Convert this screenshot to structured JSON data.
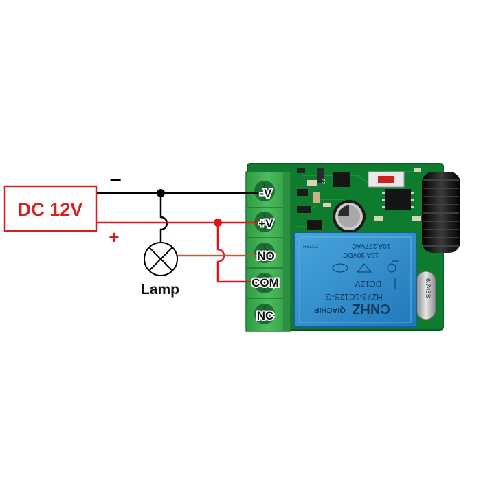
{
  "power": {
    "label": "DC 12V",
    "minus": "−",
    "plus": "+"
  },
  "lamp": {
    "label": "Lamp"
  },
  "terminals": [
    "-V",
    "+V",
    "NO",
    "COM",
    "NC"
  ],
  "relay": {
    "brand": "CNHZ",
    "maker": "QIACHIP",
    "model": "HZ73-1C12S-G",
    "coil": "DC12V",
    "rating1": "10A 30VDC",
    "rating2": "10A 277VAC",
    "code": "D227H"
  },
  "crystal": {
    "label": "6.745S"
  },
  "pcb": {
    "ref1": "Z2"
  },
  "colors": {
    "power_box": "#d81e1e",
    "neg_wire": "#000000",
    "pos_wire": "#e0161a",
    "no_wire": "#a8683c",
    "terminal_block": "#3daa4f",
    "pcb": "#0f7a30",
    "relay": "#2f8fce",
    "antenna": "#111111"
  }
}
